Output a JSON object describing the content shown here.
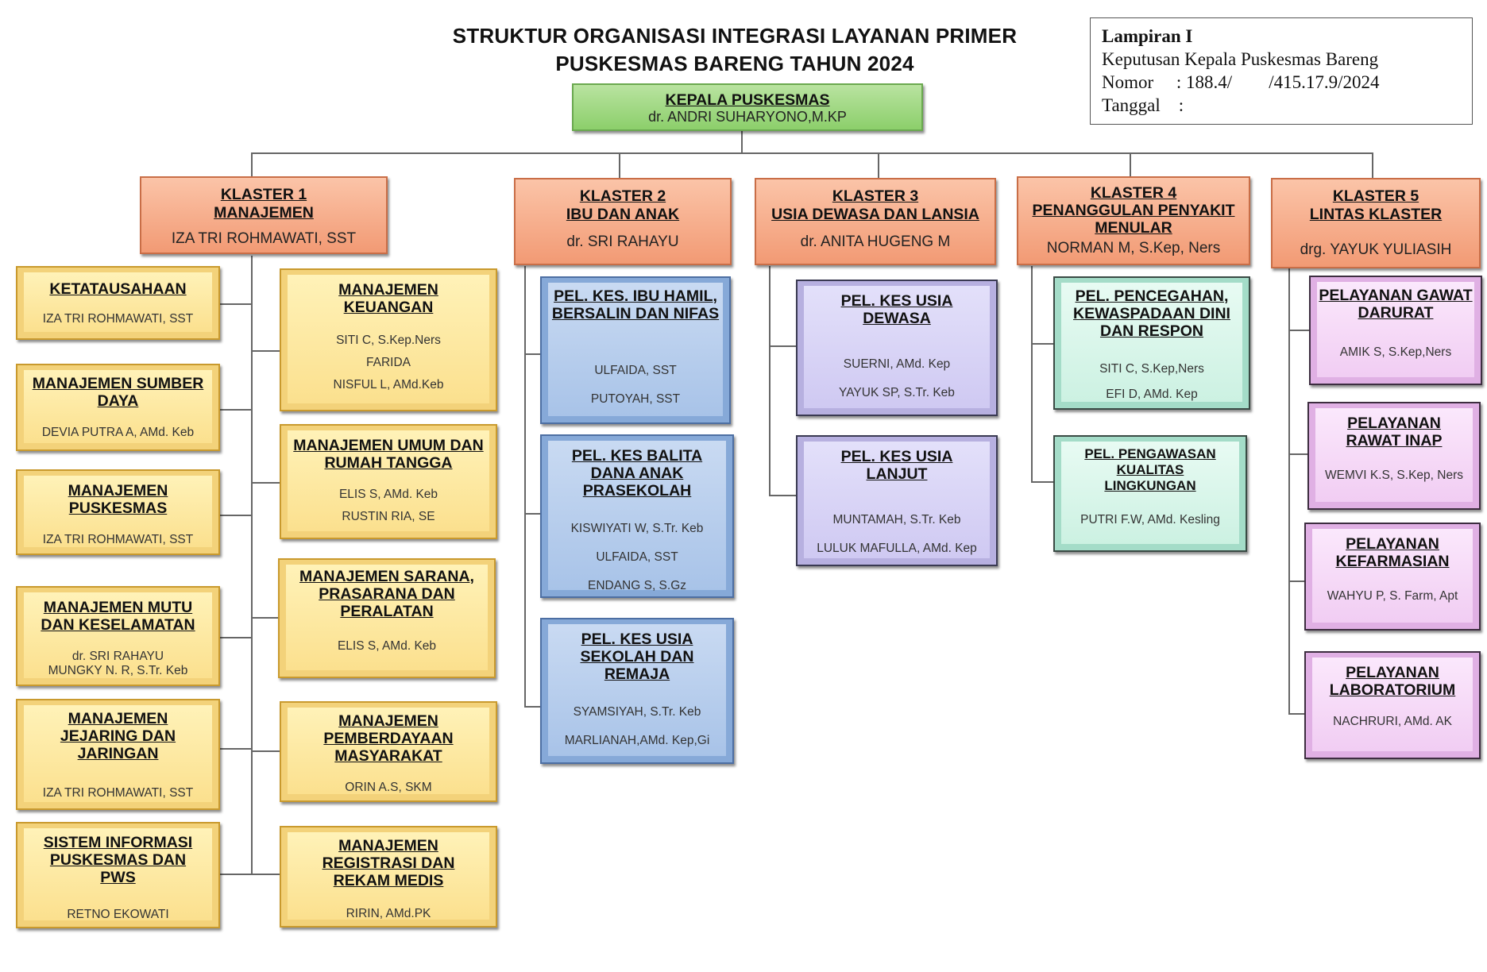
{
  "title": {
    "line1": "STRUKTUR ORGANISASI INTEGRASI LAYANAN PRIMER",
    "line2": "PUSKESMAS BARENG TAHUN 2024"
  },
  "lampiran": {
    "label": "Lampiran I",
    "line1": "Keputusan Kepala Puskesmas Bareng",
    "line2": "Nomor     : 188.4/        /415.17.9/2024",
    "line3": "Tanggal    :"
  },
  "kepala": {
    "title": "KEPALA PUSKESMAS",
    "name": "dr. ANDRI SUHARYONO,M.KP"
  },
  "klaster1": {
    "title1": "KLASTER 1",
    "title2": "MANAJEMEN",
    "name": "IZA TRI ROHMAWATI, SST",
    "units": [
      {
        "title": "KETATAUSAHAAN",
        "names": [
          "IZA TRI ROHMAWATI, SST"
        ]
      },
      {
        "title": "MANAJEMEN SUMBER DAYA",
        "names": [
          "DEVIA PUTRA A, AMd. Keb"
        ]
      },
      {
        "title": "MANAJEMEN PUSKESMAS",
        "names": [
          "IZA TRI ROHMAWATI, SST"
        ]
      },
      {
        "title": "MANAJEMEN MUTU DAN KESELAMATAN",
        "names": [
          "dr. SRI RAHAYU",
          "MUNGKY  N. R, S.Tr. Keb"
        ]
      },
      {
        "title": "MANAJEMEN JEJARING DAN JARINGAN",
        "names": [
          "IZA TRI ROHMAWATI, SST"
        ]
      },
      {
        "title": "SISTEM INFORMASI PUSKESMAS DAN PWS",
        "names": [
          "RETNO EKOWATI"
        ]
      },
      {
        "title": "MANAJEMEN KEUANGAN",
        "names": [
          "SITI C, S.Kep.Ners",
          "FARIDA",
          "NISFUL L, AMd.Keb"
        ]
      },
      {
        "title": "MANAJEMEN UMUM DAN RUMAH TANGGA",
        "names": [
          "ELIS S, AMd. Keb",
          "RUSTIN RIA, SE"
        ]
      },
      {
        "title": "MANAJEMEN SARANA, PRASARANA DAN PERALATAN",
        "names": [
          "ELIS S, AMd. Keb"
        ]
      },
      {
        "title": "MANAJEMEN PEMBERDAYAAN MASYARAKAT",
        "names": [
          "ORIN A.S, SKM"
        ]
      },
      {
        "title": "MANAJEMEN REGISTRASI DAN REKAM MEDIS",
        "names": [
          "RIRIN, AMd.PK"
        ]
      }
    ]
  },
  "klaster2": {
    "title1": "KLASTER 2",
    "title2": "IBU DAN ANAK",
    "name": "dr. SRI RAHAYU",
    "units": [
      {
        "title": "PEL. KES. IBU HAMIL, BERSALIN DAN NIFAS",
        "names": [
          "ULFAIDA, SST",
          "PUTOYAH, SST"
        ]
      },
      {
        "title": "PEL. KES BALITA DANA ANAK PRASEKOLAH",
        "names": [
          "KISWIYATI W, S.Tr. Keb",
          "ULFAIDA, SST",
          "ENDANG S, S.Gz"
        ]
      },
      {
        "title": "PEL. KES USIA SEKOLAH DAN REMAJA",
        "names": [
          "SYAMSIYAH, S.Tr. Keb",
          "MARLIANAH,AMd. Kep,Gi"
        ]
      }
    ]
  },
  "klaster3": {
    "title1": "KLASTER 3",
    "title2": "USIA DEWASA DAN LANSIA",
    "name": "dr. ANITA HUGENG M",
    "units": [
      {
        "title": "PEL. KES USIA DEWASA",
        "names": [
          "SUERNI, AMd. Kep",
          "YAYUK SP, S.Tr. Keb"
        ]
      },
      {
        "title": "PEL. KES USIA LANJUT",
        "names": [
          "MUNTAMAH, S.Tr. Keb",
          "LULUK MAFULLA, AMd. Kep"
        ]
      }
    ]
  },
  "klaster4": {
    "title1": "KLASTER 4",
    "title2": "PENANGGULAN PENYAKIT MENULAR",
    "name": "NORMAN M, S.Kep, Ners",
    "units": [
      {
        "title": "PEL. PENCEGAHAN, KEWASPADAAN DINI DAN RESPON",
        "names": [
          "SITI C, S.Kep,Ners",
          "EFI D, AMd. Kep"
        ]
      },
      {
        "title": "PEL. PENGAWASAN KUALITAS LINGKUNGAN",
        "names": [
          "PUTRI F.W, AMd. Kesling"
        ]
      }
    ]
  },
  "klaster5": {
    "title1": "KLASTER 5",
    "title2": "LINTAS KLASTER",
    "name": "drg. YAYUK YULIASIH",
    "units": [
      {
        "title": "PELAYANAN GAWAT DARURAT",
        "names": [
          "AMIK S, S.Kep,Ners"
        ]
      },
      {
        "title": "PELAYANAN RAWAT INAP",
        "names": [
          "WEMVI K.S, S.Kep, Ners"
        ]
      },
      {
        "title": "PELAYANAN KEFARMASIAN",
        "names": [
          "WAHYU P, S. Farm, Apt"
        ]
      },
      {
        "title": "PELAYANAN LABORATORIUM",
        "names": [
          "NACHRURI, AMd. AK"
        ]
      }
    ]
  }
}
